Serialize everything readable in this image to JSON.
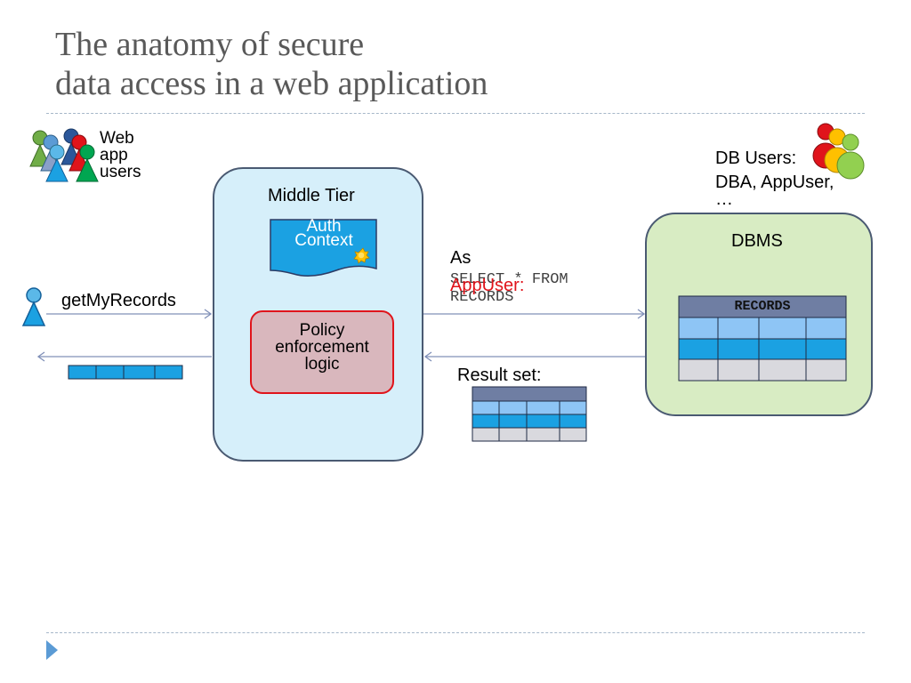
{
  "title": {
    "line1": "The anatomy of secure",
    "line2": "data access in a web application"
  },
  "web_users": {
    "label_lines": [
      "Web",
      "app",
      "users"
    ],
    "icon": "people-group-icon",
    "colors": [
      "#5b9bd5",
      "#70ad47",
      "#2b579a",
      "#e0141b",
      "#00a651"
    ]
  },
  "db_users": {
    "label_lines": [
      "DB Users:",
      "DBA, AppUser,",
      "…"
    ],
    "icon": "db-users-group-icon",
    "colors": [
      "#e0141b",
      "#ffc000",
      "#92d050"
    ]
  },
  "middle_tier": {
    "label": "Middle Tier",
    "auth_context": {
      "line1": "Auth",
      "line2": "Context",
      "icon": "document-seal-icon"
    },
    "policy": {
      "line1": "Policy",
      "line2": "enforcement",
      "line3": "logic"
    }
  },
  "request": {
    "label": "getMyRecords",
    "icon": "user-icon"
  },
  "query": {
    "as_label": "As",
    "user_label": "AppUser:",
    "sql_line1": "SELECT * FROM",
    "sql_line2": "RECORDS"
  },
  "result": {
    "label": "Result set:"
  },
  "dbms": {
    "label": "DBMS",
    "table_header": "RECORDS"
  },
  "colors": {
    "middle_fill": "#d6effa",
    "dbms_fill": "#d8ecc3",
    "policy_fill": "#d9b7bd",
    "policy_border": "#e0141b",
    "row_blue_light": "#8ec5f5",
    "row_blue": "#1ba1e2",
    "row_gray": "#d9d9de",
    "header_gray": "#6f7ea3",
    "arrow": "#8090b8",
    "red_text": "#e0141b"
  }
}
